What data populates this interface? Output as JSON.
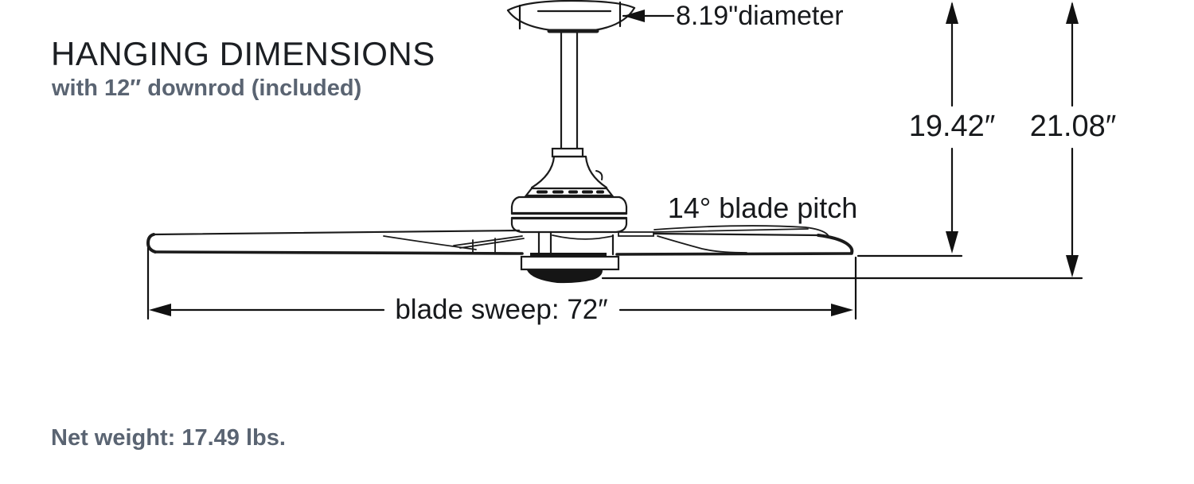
{
  "header": {
    "title": "HANGING DIMENSIONS",
    "subtitle": "with 12″ downrod (included)"
  },
  "dimensions": {
    "canopy_diameter": "8.19\"diameter",
    "height_to_blades": "19.42″",
    "height_overall": "21.08″",
    "blade_pitch": "14° blade pitch",
    "blade_sweep": "blade sweep: 72″"
  },
  "footer": {
    "net_weight": "Net weight: 17.49 lbs."
  },
  "colors": {
    "line_art": "#1b1b1b",
    "dimension_text": "#17191c",
    "title_text": "#1c1f23",
    "muted_text": "#5a6472",
    "background": "#ffffff"
  }
}
